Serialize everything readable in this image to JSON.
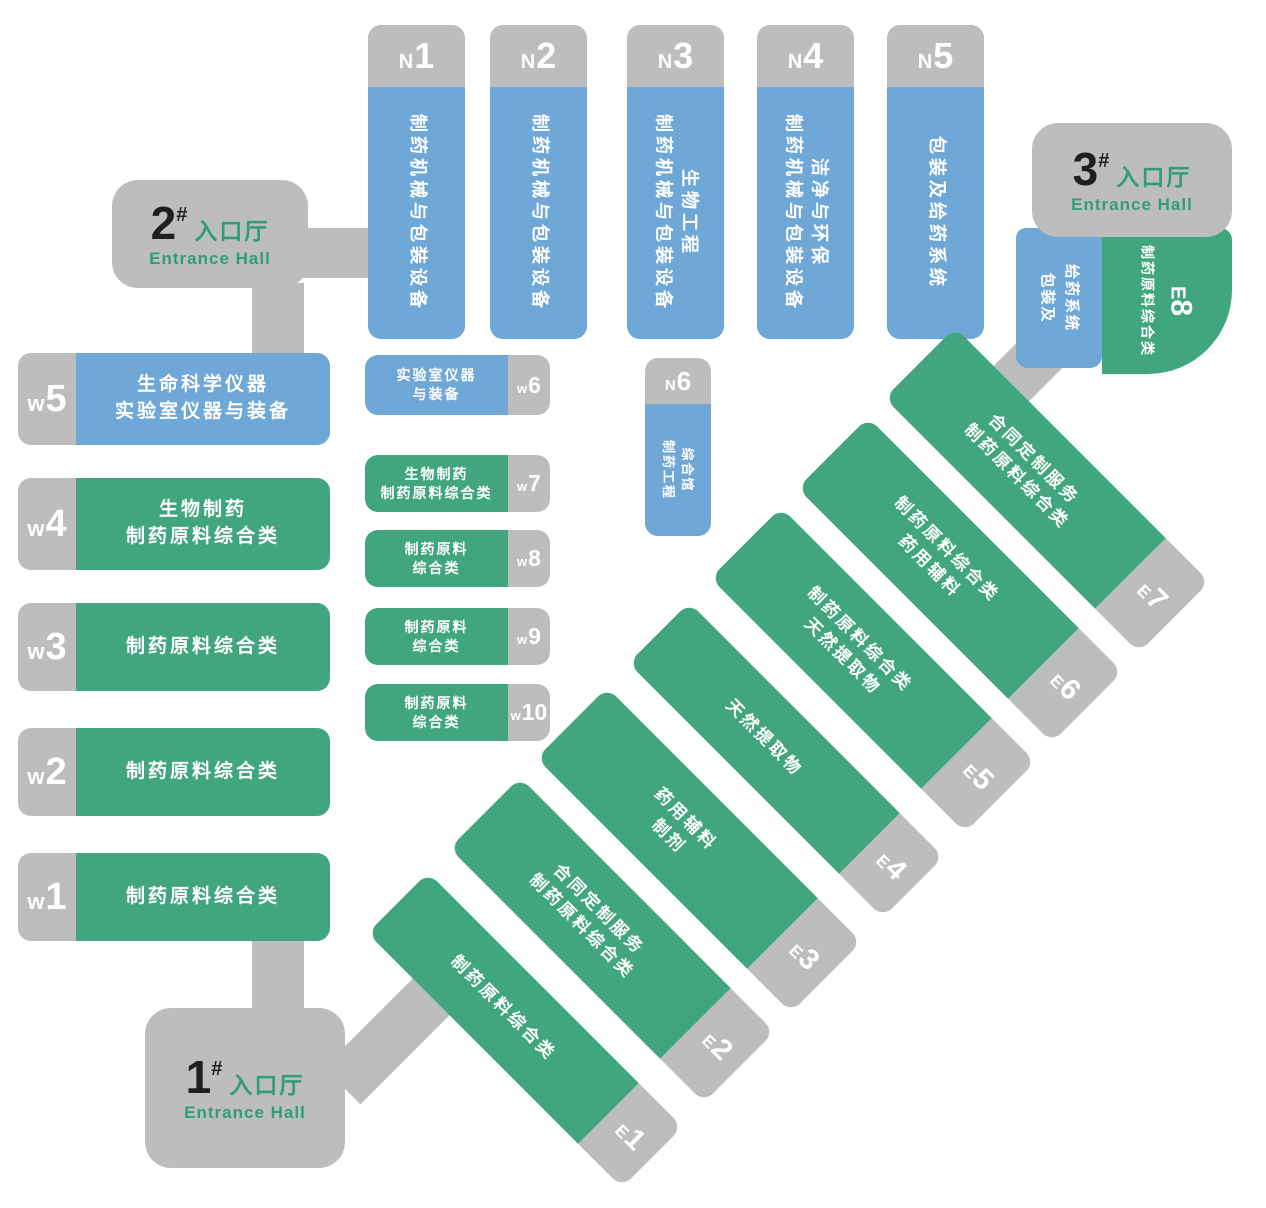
{
  "colors": {
    "blue": "#6fa7d7",
    "green": "#41a57f",
    "gray": "#bdbdbd",
    "text_white": "#ffffff",
    "entrance_green": "#2f9e77",
    "entrance_black": "#1f1f1f"
  },
  "entrances": {
    "1": {
      "number": "1",
      "hash": "#",
      "label_cn": "入口厅",
      "label_en": "Entrance Hall"
    },
    "2": {
      "number": "2",
      "hash": "#",
      "label_cn": "入口厅",
      "label_en": "Entrance Hall"
    },
    "3": {
      "number": "3",
      "hash": "#",
      "label_cn": "入口厅",
      "label_en": "Entrance Hall"
    }
  },
  "halls": {
    "N1": {
      "letter": "N",
      "num": "1",
      "lines": [
        "制药机械与包装设备"
      ]
    },
    "N2": {
      "letter": "N",
      "num": "2",
      "lines": [
        "制药机械与包装设备"
      ]
    },
    "N3": {
      "letter": "N",
      "num": "3",
      "lines": [
        "制药机械与包装设备",
        "生物工程"
      ]
    },
    "N4": {
      "letter": "N",
      "num": "4",
      "lines": [
        "制药机械与包装设备",
        "洁净与环保"
      ]
    },
    "N5": {
      "letter": "N",
      "num": "5",
      "lines": [
        "包装及给药系统"
      ]
    },
    "N6": {
      "letter": "N",
      "num": "6",
      "lines": [
        "制药工程",
        "综合馆"
      ]
    },
    "W1": {
      "letter": "w",
      "num": "1",
      "lines": [
        "制药原料综合类"
      ]
    },
    "W2": {
      "letter": "w",
      "num": "2",
      "lines": [
        "制药原料综合类"
      ]
    },
    "W3": {
      "letter": "w",
      "num": "3",
      "lines": [
        "制药原料综合类"
      ]
    },
    "W4": {
      "letter": "w",
      "num": "4",
      "lines": [
        "生物制药",
        "制药原料综合类"
      ]
    },
    "W5": {
      "letter": "w",
      "num": "5",
      "lines": [
        "生命科学仪器",
        "实验室仪器与装备"
      ]
    },
    "W6": {
      "letter": "w",
      "num": "6",
      "lines": [
        "实验室仪器",
        "与装备"
      ]
    },
    "W7": {
      "letter": "w",
      "num": "7",
      "lines": [
        "生物制药",
        "制药原料综合类"
      ]
    },
    "W8": {
      "letter": "w",
      "num": "8",
      "lines": [
        "制药原料",
        "综合类"
      ]
    },
    "W9": {
      "letter": "w",
      "num": "9",
      "lines": [
        "制药原料",
        "综合类"
      ]
    },
    "W10": {
      "letter": "w",
      "num": "10",
      "lines": [
        "制药原料",
        "综合类"
      ]
    },
    "E1": {
      "letter": "E",
      "num": "1",
      "lines": [
        "制药原料综合类"
      ]
    },
    "E2": {
      "letter": "E",
      "num": "2",
      "lines": [
        "合同定制服务",
        "制药原料综合类"
      ]
    },
    "E3": {
      "letter": "E",
      "num": "3",
      "lines": [
        "药用辅料",
        "制剂"
      ]
    },
    "E4": {
      "letter": "E",
      "num": "4",
      "lines": [
        "天然提取物"
      ]
    },
    "E5": {
      "letter": "E",
      "num": "5",
      "lines": [
        "制药原料综合类",
        "天然提取物"
      ]
    },
    "E6": {
      "letter": "E",
      "num": "6",
      "lines": [
        "制药原料综合类",
        "药用辅料"
      ]
    },
    "E7": {
      "letter": "E",
      "num": "7",
      "lines": [
        "合同定制服务",
        "制药原料综合类"
      ]
    },
    "E8": {
      "letter": "E",
      "num": "8",
      "lines": [
        "制药原料综合类"
      ]
    },
    "PACK": {
      "lines": [
        "包装及",
        "给药系统"
      ]
    }
  }
}
